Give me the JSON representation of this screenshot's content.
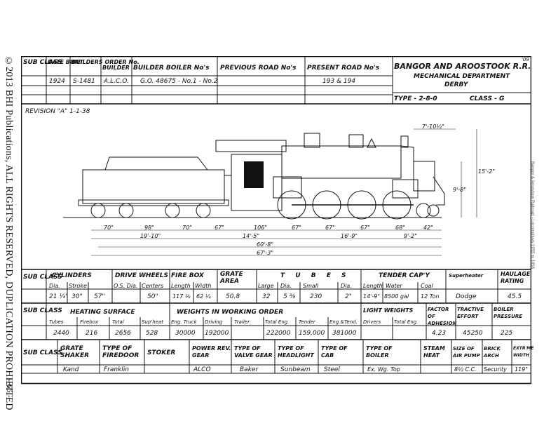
{
  "sidebar": {
    "copyright": "©2013 BHI Publications, ALL RIGHTS RESERVED, DUPLICATION PROHIBITED",
    "page_number": "- 65 -",
    "right_caption": "Bangor & Aroostook Railroad - Locomotives 1955 to 1958"
  },
  "header": {
    "sub_class": "SUB CLASS",
    "date_built": "DATE BUILT",
    "builders_order": "BUILDERS ORDER No.",
    "builder": "BUILDER",
    "builder_boiler": "BUILDER BOILER No's",
    "previous_road": "PREVIOUS ROAD No's",
    "present_road": "PRESENT ROAD No's",
    "railroad_name": "BANGOR AND AROOSTOOK R.R.",
    "department": "MECHANICAL DEPARTMENT",
    "location": "DERBY",
    "type": "TYPE - 2-8-0",
    "class": "CLASS - G",
    "corner_mark": "'09",
    "values": {
      "date_built": "1924",
      "builders_order": "S-1481",
      "builder": "A.L.C.O.",
      "builder_boiler": "G.O. 48675 - No.1 - No.2",
      "present_road": "193 & 194"
    }
  },
  "revision": "REVISION \"A\" 1-1-38",
  "drawing": {
    "dims_top": [
      "7'-10½\"",
      "9'-8\"",
      "15'-2\""
    ],
    "dims_wheels": [
      "70\"",
      "98\"",
      "70\"",
      "67\"",
      "106\"",
      "67\"",
      "67\"",
      "67\"",
      "68\"",
      "42\""
    ],
    "dims_spans": [
      "19'-10\"",
      "14'-5\"",
      "16'-9\"",
      "9'-2\""
    ],
    "dims_overall": [
      "60'-8\"",
      "67'-3\""
    ]
  },
  "table1": {
    "headers": [
      "SUB CLASS",
      "CYLINDERS",
      "DRIVE WHEELS",
      "FIRE BOX",
      "GRATE AREA",
      "T U B E S",
      "TENDER CAP'Y",
      "Superheater",
      "HAULAGE RATING"
    ],
    "sub_headers": [
      "Dia.",
      "Stroke",
      "O.S. Dia.",
      "Centers",
      "Length",
      "Width",
      "Large",
      "Dia.",
      "Small",
      "Dia.",
      "Length",
      "Water",
      "Coal"
    ],
    "values": [
      "21 ¼\"",
      "30\"",
      "57\"",
      "50\"",
      "117 ⅛",
      "62 ¼",
      "50.8",
      "32",
      "5 ⅜",
      "230",
      "2\"",
      "14'-9\"",
      "8500 gal",
      "12 Ton",
      "Dodge",
      "45.5"
    ]
  },
  "table2": {
    "headers": [
      "SUB CLASS",
      "HEATING SURFACE",
      "WEIGHTS IN WORKING ORDER",
      "LIGHT WEIGHTS",
      "FACTOR OF ADHESION",
      "TRACTIVE EFFORT",
      "BOILER PRESSURE"
    ],
    "sub_headers": [
      "Tubes",
      "Firebox",
      "Total",
      "Sup'heat",
      "Eng. Truck",
      "Driving",
      "Trailer",
      "Total Eng.",
      "Tender",
      "Eng.&Tend.",
      "Drivers",
      "Total Eng."
    ],
    "values": [
      "2440",
      "216",
      "2656",
      "528",
      "30000",
      "192000",
      "222000",
      "159,000",
      "381000",
      "4.23",
      "45250",
      "225"
    ]
  },
  "table3": {
    "headers": [
      "SUB CLASS",
      "GRATE SHAKER",
      "TYPE OF FIREDOOR",
      "STOKER",
      "POWER REV. GEAR",
      "TYPE OF VALVE GEAR",
      "TYPE OF HEADLIGHT",
      "TYPE OF CAB",
      "TYPE OF BOILER",
      "STEAM HEAT",
      "SIZE OF AIR PUMP",
      "BRICK ARCH",
      "EXTR'ME WIDTH"
    ],
    "values": [
      "Kand",
      "Franklin",
      "ALCO",
      "Baker",
      "Sunbeam",
      "Steel",
      "Ex. Wg. Top",
      "8½ C.C.",
      "Security",
      "119\""
    ]
  }
}
